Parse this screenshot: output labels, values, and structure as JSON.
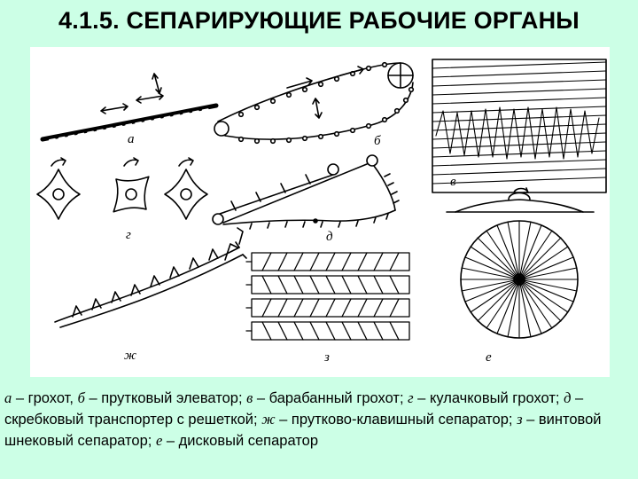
{
  "slide": {
    "title": "4.1.5. СЕПАРИРУЮЩИЕ РАБОЧИЕ ОРГАНЫ"
  },
  "figure": {
    "labels": {
      "a": "а",
      "b": "б",
      "v": "в",
      "g": "г",
      "d": "д",
      "zh": "ж",
      "z": "з",
      "e": "е"
    }
  },
  "caption": {
    "items": [
      {
        "letter": "а",
        "text": " – грохот, "
      },
      {
        "letter": "б",
        "text": " – прутковый элеватор; "
      },
      {
        "letter": "в",
        "text": " – барабанный грохот; "
      },
      {
        "letter": "г",
        "text": " – кулачковый грохот; "
      },
      {
        "letter": "д",
        "text": " – скребковый транспортер с решеткой; "
      },
      {
        "letter": "ж",
        "text": " – прутково-клавишный сепаратор; "
      },
      {
        "letter": "з",
        "text": " – винтовой шнековый сепаратор; "
      },
      {
        "letter": "е",
        "text": " – дисковый сепаратор"
      }
    ]
  }
}
